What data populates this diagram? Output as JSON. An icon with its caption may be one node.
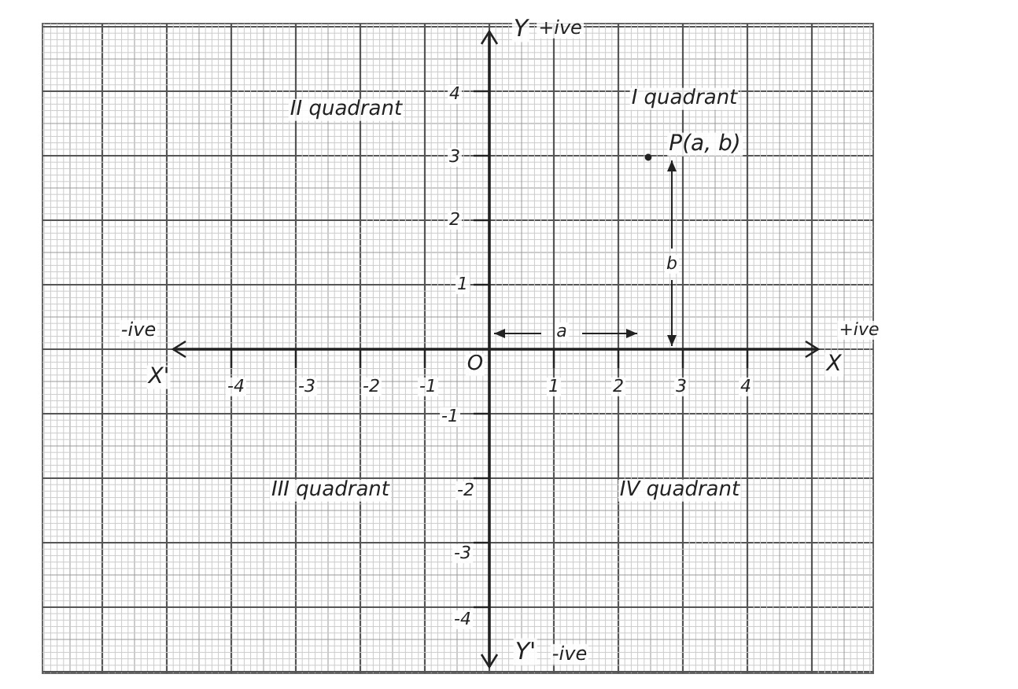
{
  "diagram": {
    "labels": [
      "Y",
      "+ive",
      "II quadrant",
      "4",
      "I quadrant",
      "3",
      "P(a, b)",
      "2",
      "b",
      "1",
      "-ive",
      "a",
      "+ive",
      "X'",
      "-4",
      "-3",
      "-2",
      "-1",
      "O",
      "1",
      "2",
      "3",
      "4",
      "X",
      "-1",
      "III quadrant",
      "-2",
      "IV quadrant",
      "-3",
      "-4",
      "Y'",
      "-ive"
    ]
  }
}
